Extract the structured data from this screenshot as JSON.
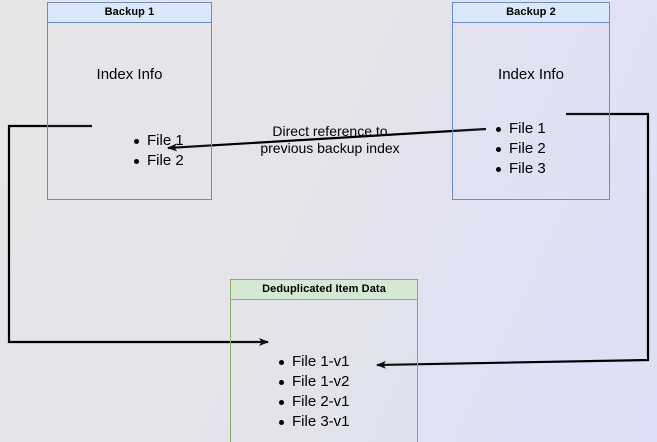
{
  "diagram": {
    "title_hidden": "Backup deduplication reference diagram",
    "background": {
      "from_color": "#e7e5e7",
      "to_color": "#dde0f6"
    },
    "palette": {
      "blue_fill": "#dae8fc",
      "blue_stroke": "#6c8ebf",
      "green_fill": "#d5e8d4",
      "green_stroke": "#82b366",
      "connector": "#000000"
    },
    "nodes": {
      "backup1": {
        "header": "Backup 1",
        "section_title": "Index Info",
        "files": [
          "File 1",
          "File 2"
        ]
      },
      "backup2": {
        "header": "Backup 2",
        "section_title": "Index Info",
        "files": [
          "File 1",
          "File 2",
          "File 3"
        ]
      },
      "dedup": {
        "header": "Deduplicated Item Data",
        "files": [
          "File 1-v1",
          "File 1-v2",
          "File 2-v1",
          "File 3-v1"
        ]
      }
    },
    "edges": {
      "direct_reference": {
        "label_line1": "Direct reference to",
        "label_line2": "previous backup index"
      }
    }
  }
}
